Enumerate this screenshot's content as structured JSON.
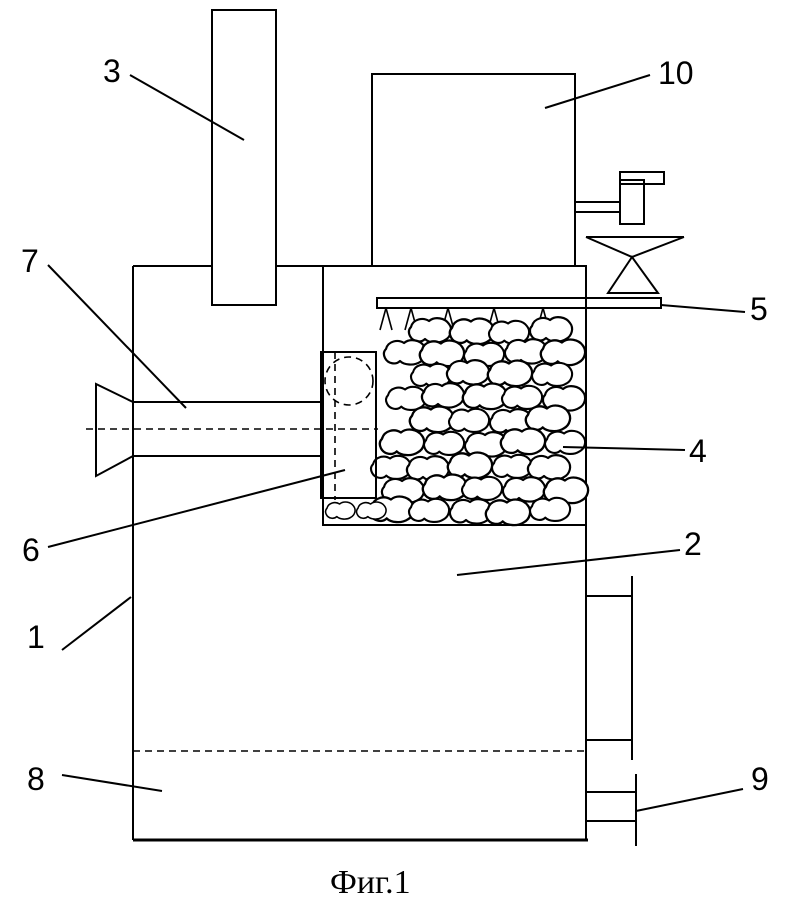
{
  "labels": {
    "l1": "1",
    "l2": "2",
    "l3": "3",
    "l4": "4",
    "l5": "5",
    "l6": "6",
    "l7": "7",
    "l8": "8",
    "l9": "9",
    "l10": "10"
  },
  "caption": "Фиг.1"
}
